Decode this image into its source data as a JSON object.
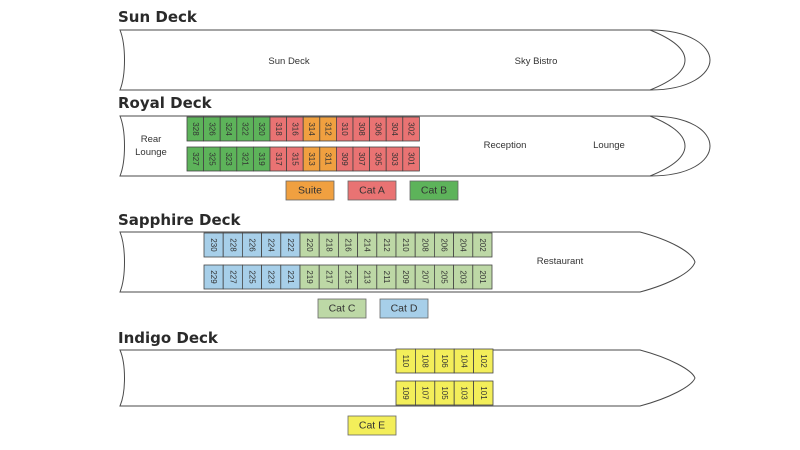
{
  "colors": {
    "suite": "#f0a040",
    "cat_a": "#e97373",
    "cat_b": "#5db35a",
    "cat_c": "#bdd8a6",
    "cat_d": "#a7cfe9",
    "cat_e": "#f3ee5a"
  },
  "decks": {
    "sun": {
      "title": "Sun Deck",
      "labels": {
        "sun_deck": "Sun Deck",
        "sky_bistro": "Sky Bistro"
      }
    },
    "royal": {
      "title": "Royal Deck",
      "labels": {
        "rear_lounge_line1": "Rear",
        "rear_lounge_line2": "Lounge",
        "reception": "Reception",
        "lounge": "Lounge"
      },
      "top_row": [
        {
          "num": "328",
          "cat": "cat_b"
        },
        {
          "num": "326",
          "cat": "cat_b"
        },
        {
          "num": "324",
          "cat": "cat_b"
        },
        {
          "num": "322",
          "cat": "cat_b"
        },
        {
          "num": "320",
          "cat": "cat_b"
        },
        {
          "num": "318",
          "cat": "cat_a"
        },
        {
          "num": "316",
          "cat": "cat_a"
        },
        {
          "num": "314",
          "cat": "suite"
        },
        {
          "num": "312",
          "cat": "suite"
        },
        {
          "num": "310",
          "cat": "cat_a"
        },
        {
          "num": "308",
          "cat": "cat_a"
        },
        {
          "num": "306",
          "cat": "cat_a"
        },
        {
          "num": "304",
          "cat": "cat_a"
        },
        {
          "num": "302",
          "cat": "cat_a"
        }
      ],
      "bottom_row": [
        {
          "num": "327",
          "cat": "cat_b"
        },
        {
          "num": "325",
          "cat": "cat_b"
        },
        {
          "num": "323",
          "cat": "cat_b"
        },
        {
          "num": "321",
          "cat": "cat_b"
        },
        {
          "num": "319",
          "cat": "cat_b"
        },
        {
          "num": "317",
          "cat": "cat_a"
        },
        {
          "num": "315",
          "cat": "cat_a"
        },
        {
          "num": "313",
          "cat": "suite"
        },
        {
          "num": "311",
          "cat": "suite"
        },
        {
          "num": "309",
          "cat": "cat_a"
        },
        {
          "num": "307",
          "cat": "cat_a"
        },
        {
          "num": "305",
          "cat": "cat_a"
        },
        {
          "num": "303",
          "cat": "cat_a"
        },
        {
          "num": "301",
          "cat": "cat_a"
        }
      ],
      "legend": [
        {
          "label": "Suite",
          "cat": "suite"
        },
        {
          "label": "Cat A",
          "cat": "cat_a"
        },
        {
          "label": "Cat B",
          "cat": "cat_b"
        }
      ]
    },
    "sapphire": {
      "title": "Sapphire Deck",
      "labels": {
        "restaurant": "Restaurant"
      },
      "top_row": [
        {
          "num": "230",
          "cat": "cat_d"
        },
        {
          "num": "228",
          "cat": "cat_d"
        },
        {
          "num": "226",
          "cat": "cat_d"
        },
        {
          "num": "224",
          "cat": "cat_d"
        },
        {
          "num": "222",
          "cat": "cat_d"
        },
        {
          "num": "220",
          "cat": "cat_c"
        },
        {
          "num": "218",
          "cat": "cat_c"
        },
        {
          "num": "216",
          "cat": "cat_c"
        },
        {
          "num": "214",
          "cat": "cat_c"
        },
        {
          "num": "212",
          "cat": "cat_c"
        },
        {
          "num": "210",
          "cat": "cat_c"
        },
        {
          "num": "208",
          "cat": "cat_c"
        },
        {
          "num": "206",
          "cat": "cat_c"
        },
        {
          "num": "204",
          "cat": "cat_c"
        },
        {
          "num": "202",
          "cat": "cat_c"
        }
      ],
      "bottom_row": [
        {
          "num": "229",
          "cat": "cat_d"
        },
        {
          "num": "227",
          "cat": "cat_d"
        },
        {
          "num": "225",
          "cat": "cat_d"
        },
        {
          "num": "223",
          "cat": "cat_d"
        },
        {
          "num": "221",
          "cat": "cat_d"
        },
        {
          "num": "219",
          "cat": "cat_c"
        },
        {
          "num": "217",
          "cat": "cat_c"
        },
        {
          "num": "215",
          "cat": "cat_c"
        },
        {
          "num": "213",
          "cat": "cat_c"
        },
        {
          "num": "211",
          "cat": "cat_c"
        },
        {
          "num": "209",
          "cat": "cat_c"
        },
        {
          "num": "207",
          "cat": "cat_c"
        },
        {
          "num": "205",
          "cat": "cat_c"
        },
        {
          "num": "203",
          "cat": "cat_c"
        },
        {
          "num": "201",
          "cat": "cat_c"
        }
      ],
      "legend": [
        {
          "label": "Cat C",
          "cat": "cat_c"
        },
        {
          "label": "Cat D",
          "cat": "cat_d"
        }
      ]
    },
    "indigo": {
      "title": "Indigo Deck",
      "top_row": [
        {
          "num": "110",
          "cat": "cat_e"
        },
        {
          "num": "108",
          "cat": "cat_e"
        },
        {
          "num": "106",
          "cat": "cat_e"
        },
        {
          "num": "104",
          "cat": "cat_e"
        },
        {
          "num": "102",
          "cat": "cat_e"
        }
      ],
      "bottom_row": [
        {
          "num": "109",
          "cat": "cat_e"
        },
        {
          "num": "107",
          "cat": "cat_e"
        },
        {
          "num": "105",
          "cat": "cat_e"
        },
        {
          "num": "103",
          "cat": "cat_e"
        },
        {
          "num": "101",
          "cat": "cat_e"
        }
      ],
      "legend": [
        {
          "label": "Cat E",
          "cat": "cat_e"
        }
      ]
    }
  }
}
